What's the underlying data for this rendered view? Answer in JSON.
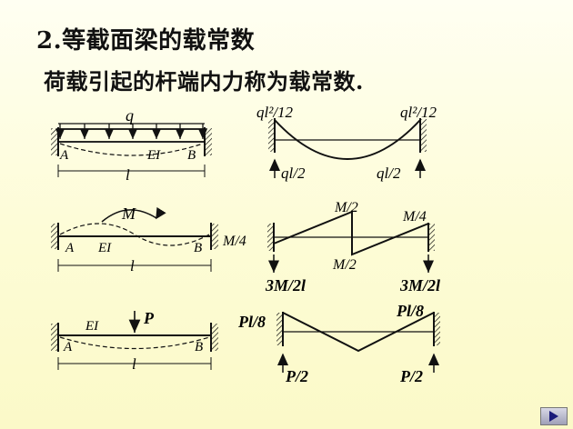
{
  "slide": {
    "title": "2.等截面梁的载常数",
    "subtitle": "荷载引起的杆端内力称为载常数."
  },
  "row1": {
    "load_label": "q",
    "support_left": "A",
    "stiffness": "EI",
    "support_right": "B",
    "length": "l",
    "moment_left": "ql²/12",
    "moment_right": "ql²/12",
    "shear_left": "ql/2",
    "shear_right": "ql/2"
  },
  "row2": {
    "load_label": "M",
    "support_left": "A",
    "stiffness": "EI",
    "support_right": "B",
    "length": "l",
    "moment_left": "M/4",
    "moment_mid_top": "M/2",
    "moment_mid_bottom": "M/2",
    "moment_right": "M/4",
    "shear_left": "3M/2l",
    "shear_right": "3M/2l"
  },
  "row3": {
    "load_label": "P",
    "support_left": "A",
    "stiffness": "EI",
    "support_right": "B",
    "length": "l",
    "moment_left": "Pl/8",
    "moment_right": "Pl/8",
    "shear_left": "P/2",
    "shear_right": "P/2"
  },
  "nav": {
    "next_icon": "play-next-icon"
  }
}
